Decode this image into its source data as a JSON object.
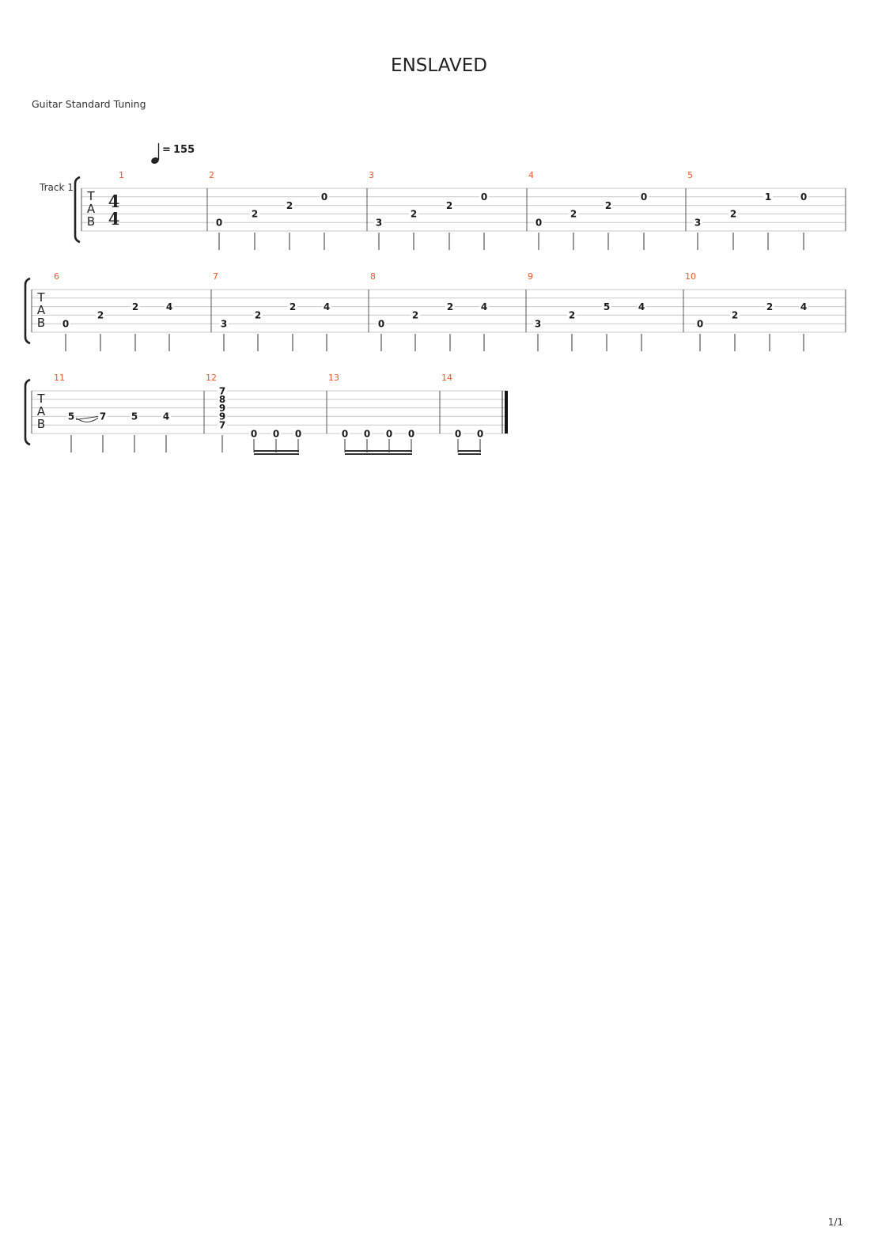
{
  "title": "ENSLAVED",
  "tuning": "Guitar Standard Tuning",
  "page_number": "1/1",
  "tempo": {
    "equals": "=",
    "bpm": "155"
  },
  "track_label": "Track 1",
  "tab_clef": [
    "T",
    "A",
    "B"
  ],
  "time_signature": {
    "top": "4",
    "bottom": "4"
  },
  "colors": {
    "measure_number": "#e8582a",
    "staff_line": "#c8c8c8",
    "ink": "#1a1a1a"
  },
  "systems": [
    {
      "measures": [
        {
          "number": "1",
          "notes": []
        },
        {
          "number": "2",
          "notes": [
            {
              "string": 5,
              "fret": "0"
            },
            {
              "string": 4,
              "fret": "2"
            },
            {
              "string": 3,
              "fret": "2"
            },
            {
              "string": 2,
              "fret": "0"
            }
          ]
        },
        {
          "number": "3",
          "notes": [
            {
              "string": 5,
              "fret": "3"
            },
            {
              "string": 4,
              "fret": "2"
            },
            {
              "string": 3,
              "fret": "2"
            },
            {
              "string": 2,
              "fret": "0"
            }
          ]
        },
        {
          "number": "4",
          "notes": [
            {
              "string": 5,
              "fret": "0"
            },
            {
              "string": 4,
              "fret": "2"
            },
            {
              "string": 3,
              "fret": "2"
            },
            {
              "string": 2,
              "fret": "0"
            }
          ]
        },
        {
          "number": "5",
          "notes": [
            {
              "string": 5,
              "fret": "3"
            },
            {
              "string": 4,
              "fret": "2"
            },
            {
              "string": 2,
              "fret": "1"
            },
            {
              "string": 2,
              "fret": "0"
            }
          ]
        }
      ]
    },
    {
      "measures": [
        {
          "number": "6",
          "notes": [
            {
              "string": 5,
              "fret": "0"
            },
            {
              "string": 4,
              "fret": "2"
            },
            {
              "string": 3,
              "fret": "2"
            },
            {
              "string": 3,
              "fret": "4"
            }
          ]
        },
        {
          "number": "7",
          "notes": [
            {
              "string": 5,
              "fret": "3"
            },
            {
              "string": 4,
              "fret": "2"
            },
            {
              "string": 3,
              "fret": "2"
            },
            {
              "string": 3,
              "fret": "4"
            }
          ]
        },
        {
          "number": "8",
          "notes": [
            {
              "string": 5,
              "fret": "0"
            },
            {
              "string": 4,
              "fret": "2"
            },
            {
              "string": 3,
              "fret": "2"
            },
            {
              "string": 3,
              "fret": "4"
            }
          ]
        },
        {
          "number": "9",
          "notes": [
            {
              "string": 5,
              "fret": "3"
            },
            {
              "string": 4,
              "fret": "2"
            },
            {
              "string": 3,
              "fret": "5"
            },
            {
              "string": 3,
              "fret": "4"
            }
          ]
        },
        {
          "number": "10",
          "notes": [
            {
              "string": 5,
              "fret": "0"
            },
            {
              "string": 4,
              "fret": "2"
            },
            {
              "string": 3,
              "fret": "2"
            },
            {
              "string": 3,
              "fret": "4"
            }
          ]
        }
      ]
    },
    {
      "measures": [
        {
          "number": "11",
          "notes": [
            {
              "string": 4,
              "fret": "5",
              "slide_to_next": true
            },
            {
              "string": 4,
              "fret": "7"
            },
            {
              "string": 4,
              "fret": "5"
            },
            {
              "string": 4,
              "fret": "4"
            }
          ]
        },
        {
          "number": "12",
          "notes": [
            {
              "chord": [
                {
                  "string": 1,
                  "fret": "7"
                },
                {
                  "string": 2,
                  "fret": "8"
                },
                {
                  "string": 3,
                  "fret": "9"
                },
                {
                  "string": 4,
                  "fret": "9"
                },
                {
                  "string": 5,
                  "fret": "7"
                }
              ]
            },
            {
              "string": 6,
              "fret": "0",
              "beam": 1
            },
            {
              "string": 6,
              "fret": "0",
              "beam": 1
            },
            {
              "string": 6,
              "fret": "0",
              "beam": 1
            }
          ]
        },
        {
          "number": "13",
          "notes": [
            {
              "string": 6,
              "fret": "0",
              "beam": 2
            },
            {
              "string": 6,
              "fret": "0",
              "beam": 2
            },
            {
              "string": 6,
              "fret": "0",
              "beam": 2
            },
            {
              "string": 6,
              "fret": "0",
              "beam": 2
            }
          ]
        },
        {
          "number": "14",
          "notes": [
            {
              "string": 6,
              "fret": "0",
              "beam": 3
            },
            {
              "string": 6,
              "fret": "0",
              "beam": 3
            }
          ],
          "final_barline": true
        }
      ]
    }
  ]
}
